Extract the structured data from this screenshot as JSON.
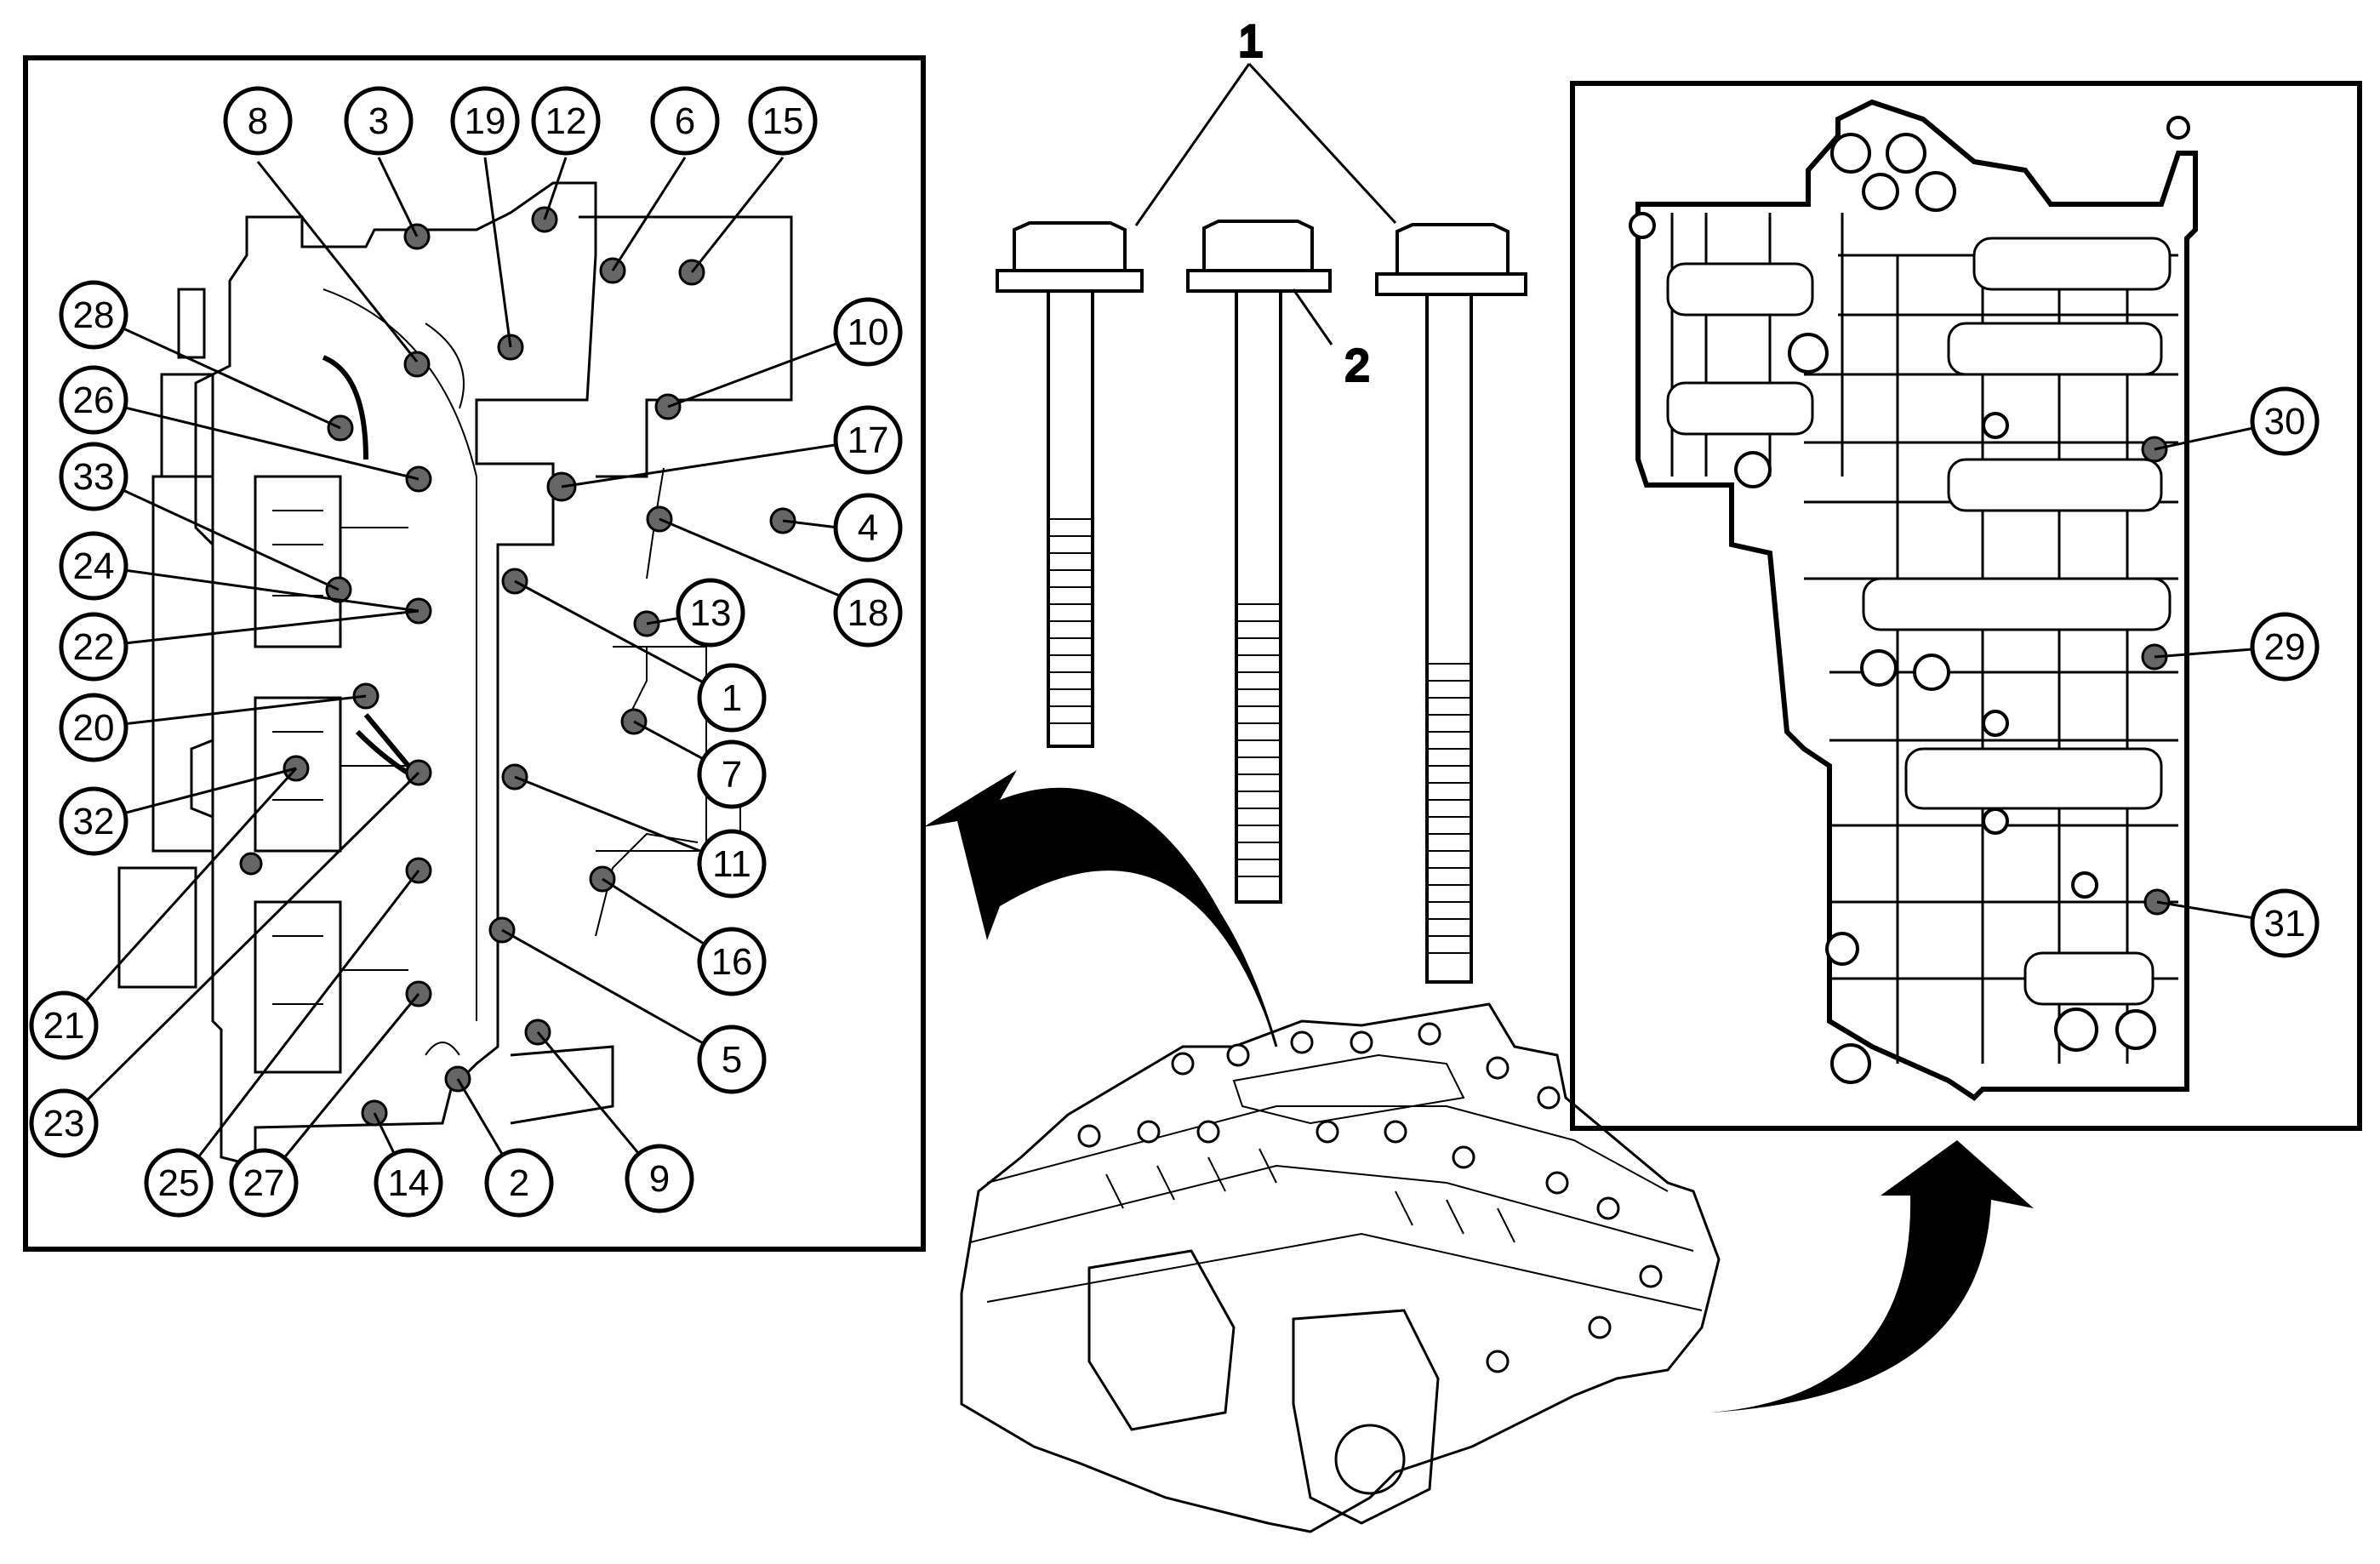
{
  "bolt_labels": {
    "all_bolts": "1",
    "long_bolt": "2"
  },
  "callouts": {
    "left_panel": [
      "8",
      "3",
      "19",
      "12",
      "6",
      "15",
      "28",
      "10",
      "26",
      "17",
      "33",
      "4",
      "24",
      "18",
      "13",
      "22",
      "1",
      "20",
      "7",
      "32",
      "11",
      "16",
      "21",
      "5",
      "23",
      "9",
      "25",
      "27",
      "14",
      "2"
    ],
    "right_panel": [
      "30",
      "29",
      "31"
    ]
  },
  "colors": {
    "line": "#000000",
    "background": "#ffffff",
    "bolt_head_fill": "#666666"
  }
}
